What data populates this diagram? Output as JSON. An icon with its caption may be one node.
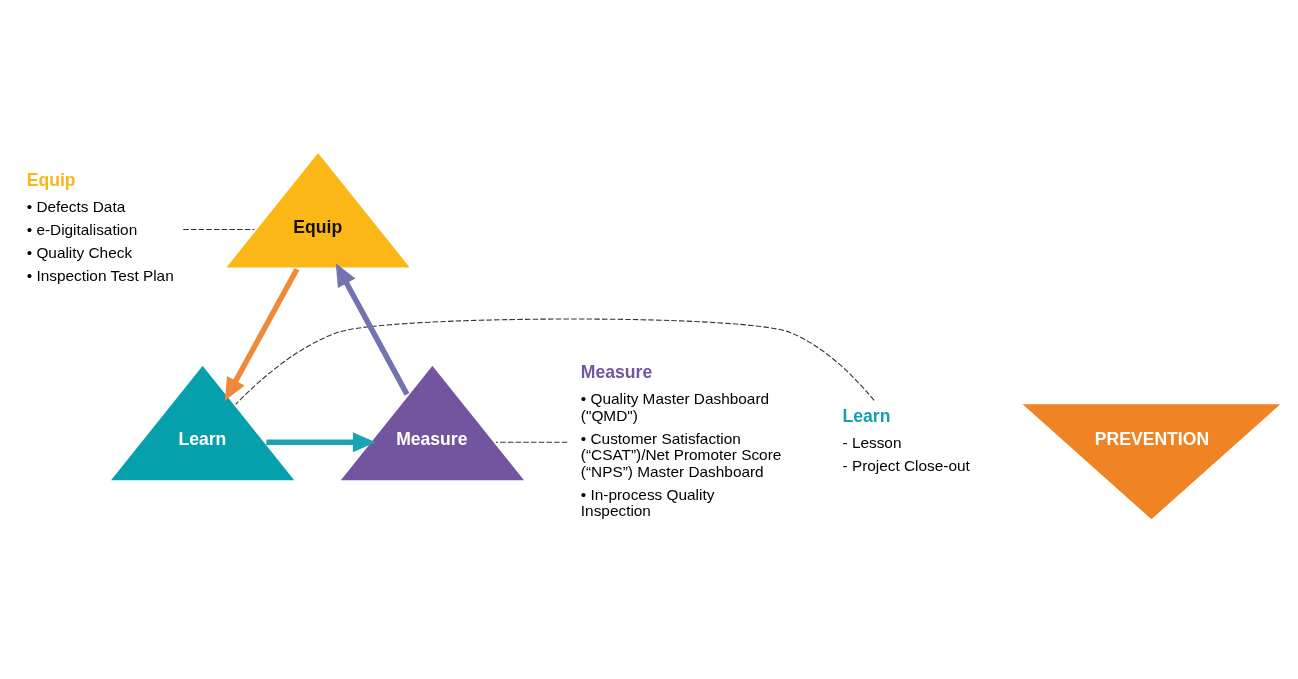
{
  "diagram": {
    "nodes": [
      {
        "text": [
          "Equip",
          "• Defects Data",
          "• e-Digitalisation",
          "• Quality Check",
          "• Inspection Test Plan"
        ]
      },
      {
        "text": [
          "Measure",
          "• Quality Master Dashboard (\"QMD\")",
          "• Customer Satisfaction (“CSAT”)/Net Promoter Score (“NPS”) Master Dashboard",
          "• In-process Quality Inspection"
        ]
      },
      {
        "text": [
          "Learn",
          "- Lesson",
          "- Project Close-out"
        ]
      },
      {
        "text": [
          "Equip"
        ]
      },
      {
        "text": [
          "PREVENTION"
        ]
      },
      {
        "text": [
          "Measure"
        ]
      },
      {
        "text": [
          "Learn"
        ]
      }
    ],
    "edges": [
      {
        "from": 0,
        "to": 3,
        "arrow": "none",
        "style": "dashed",
        "color": "#333333"
      },
      {
        "from": 1,
        "to": 5,
        "arrow": "none",
        "style": "dashed",
        "color": "#333333"
      },
      {
        "from": 2,
        "to": 6,
        "arrow": "none",
        "style": "dashed",
        "color": "#333333"
      },
      {
        "from": 5,
        "to": 3,
        "arrow": "to",
        "style": "thick",
        "color": "#7472b0"
      },
      {
        "from": 3,
        "to": 6,
        "arrow": "to",
        "style": "thick",
        "color": "#f08a3a"
      },
      {
        "from": 6,
        "to": 5,
        "arrow": "to",
        "style": "thick",
        "color": "#1aa3b0"
      }
    ]
  }
}
